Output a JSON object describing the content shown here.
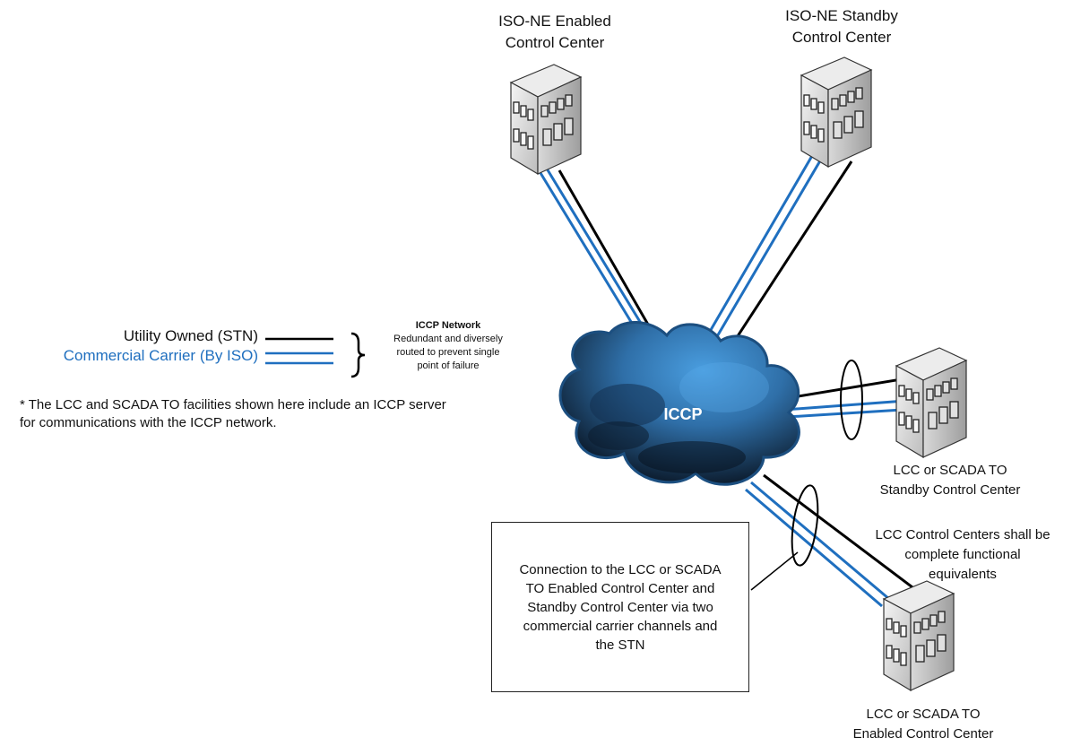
{
  "legend": {
    "utility": "Utility Owned (STN)",
    "commercial": "Commercial Carrier (By ISO)",
    "network_title": "ICCP Network",
    "network_lines": [
      "Redundant and diversely",
      "routed to prevent single",
      "point of failure"
    ]
  },
  "footnote": {
    "line1": "* The LCC and SCADA TO facilities shown here include an ICCP server",
    "line2": "for communications with the ICCP network."
  },
  "cloud": {
    "label": "ICCP"
  },
  "nodes": {
    "iso_enabled": [
      "ISO-NE Enabled",
      "Control Center"
    ],
    "iso_standby": [
      "ISO-NE Standby",
      "Control Center"
    ],
    "lcc_standby": [
      "LCC or SCADA TO",
      "Standby Control Center"
    ],
    "lcc_enabled": [
      "LCC or SCADA TO",
      "Enabled Control Center"
    ]
  },
  "equivalents_note": [
    "LCC Control Centers shall be",
    "complete functional",
    "equivalents"
  ],
  "callout_box": [
    "Connection to the LCC or SCADA",
    "TO Enabled Control Center and",
    "Standby Control Center via two",
    "commercial carrier channels and",
    "the STN"
  ],
  "colors": {
    "utility_line": "#000000",
    "commercial_line": "#1f6fbf",
    "cloud_dark": "#0d1f33",
    "cloud_light": "#3d8fd6"
  }
}
